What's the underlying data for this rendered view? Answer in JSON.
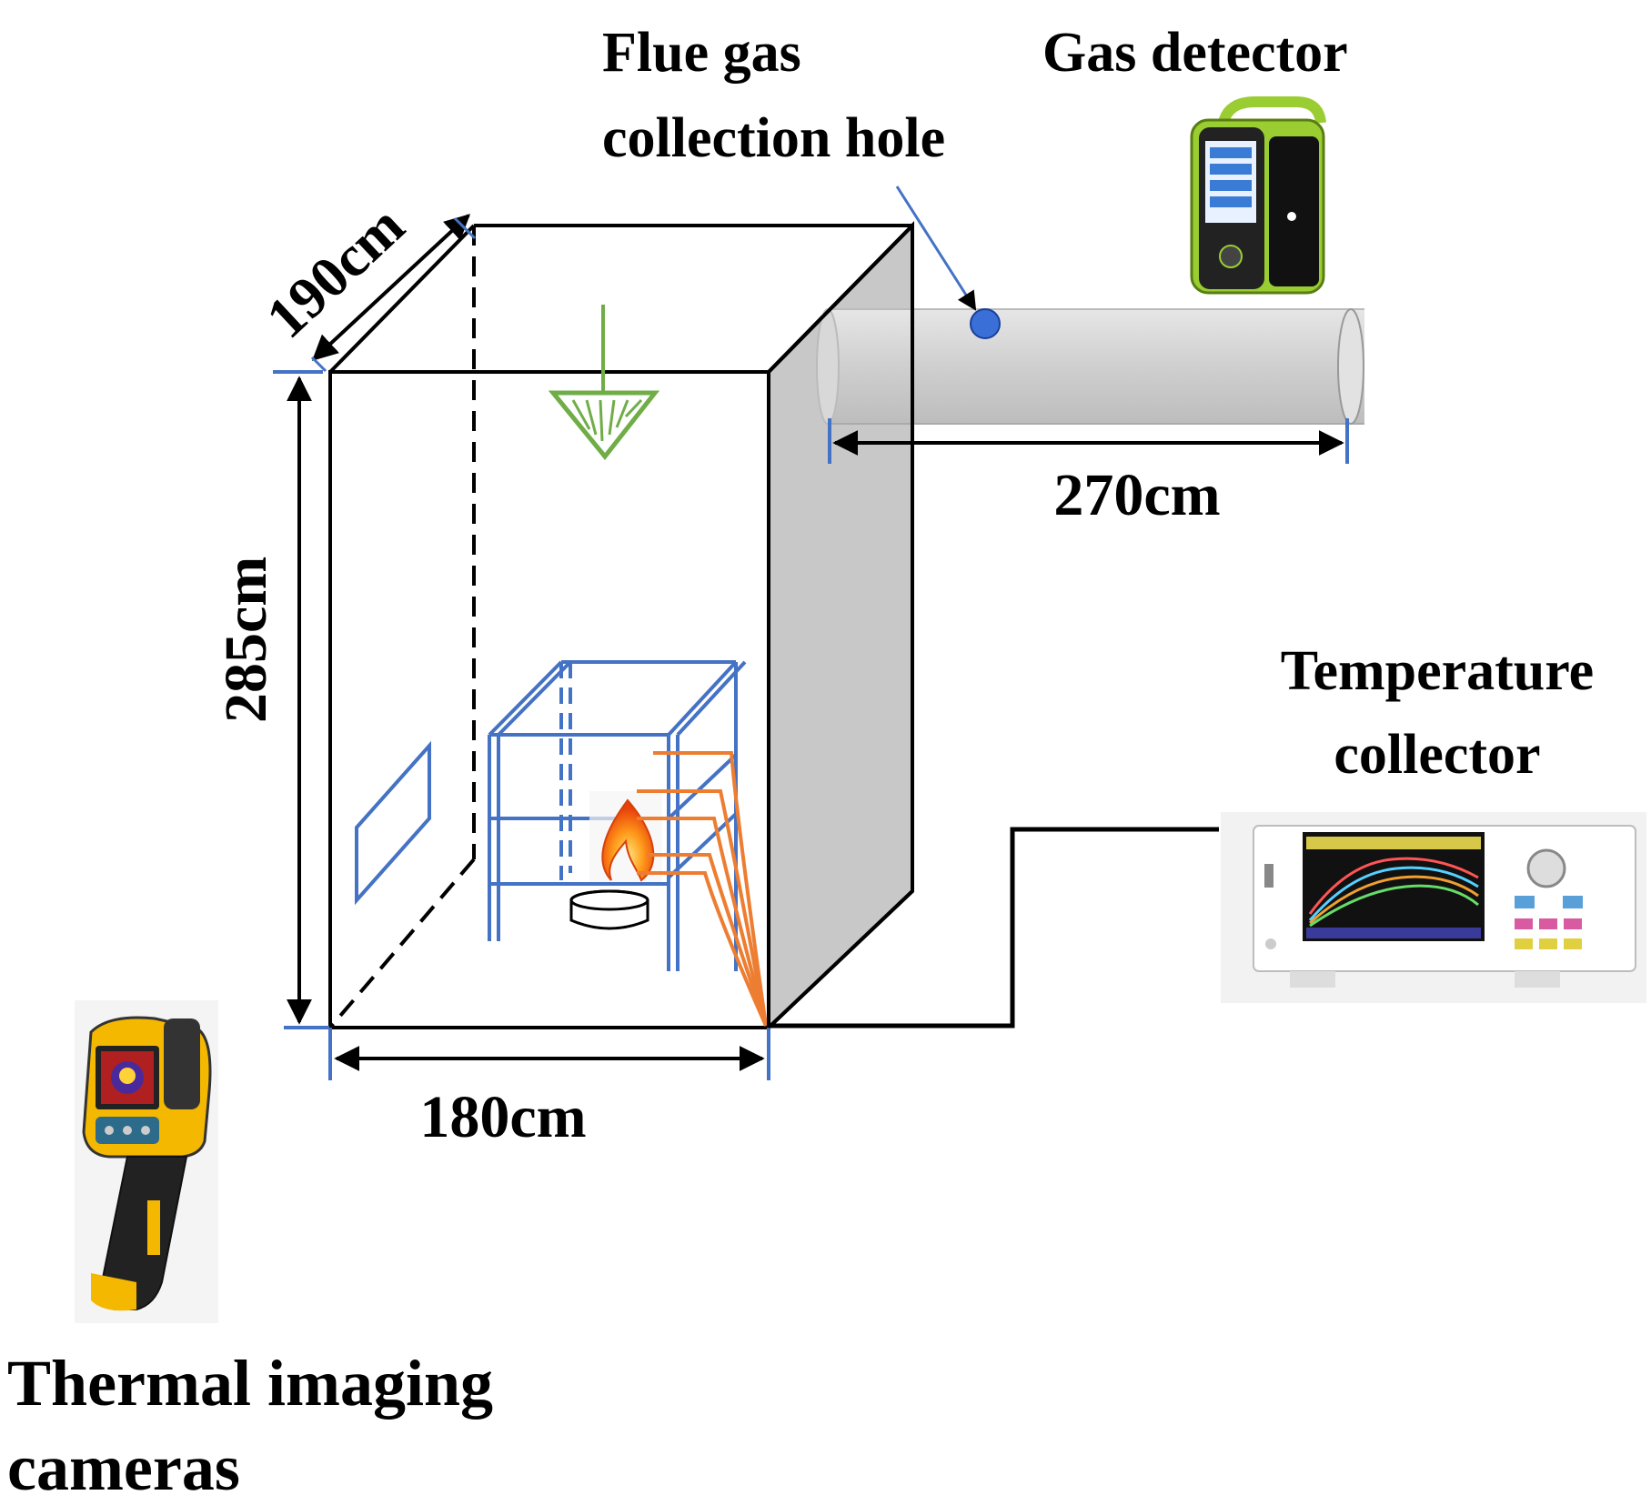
{
  "labels": {
    "flue_gas_line1": "Flue gas",
    "flue_gas_line2": "collection hole",
    "gas_detector": "Gas detector",
    "temp_collector_line1": "Temperature",
    "temp_collector_line2": "collector",
    "thermal_line1": "Thermal imaging",
    "thermal_line2": "cameras"
  },
  "dimensions": {
    "depth": "190cm",
    "height": "285cm",
    "width": "180cm",
    "pipe_length": "270cm"
  },
  "colors": {
    "frame_blue": "#4472C4",
    "thermocouple_orange": "#ED7D31",
    "sprinkler_green": "#70AD47",
    "pipe_gray": "#cfcfcf",
    "side_wall_gray": "#c8c8c8",
    "detector_green": "#9acd32",
    "camera_yellow": "#f5b800",
    "hole_blue": "#3a6fd8"
  },
  "icons": {
    "gas_detector": "gas-detector-device-icon",
    "temperature_collector": "temperature-recorder-device-icon",
    "thermal_camera": "thermal-camera-device-icon",
    "flame": "flame-icon",
    "sprinkler": "sprinkler-icon"
  }
}
